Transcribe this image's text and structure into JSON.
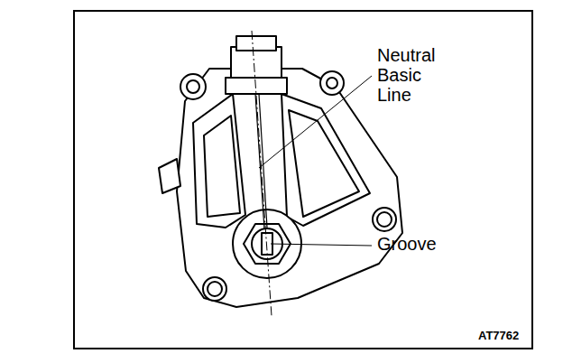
{
  "diagram": {
    "labels": [
      "Neutral Basic Line",
      "Groove",
      "AT7762"
    ]
  }
}
